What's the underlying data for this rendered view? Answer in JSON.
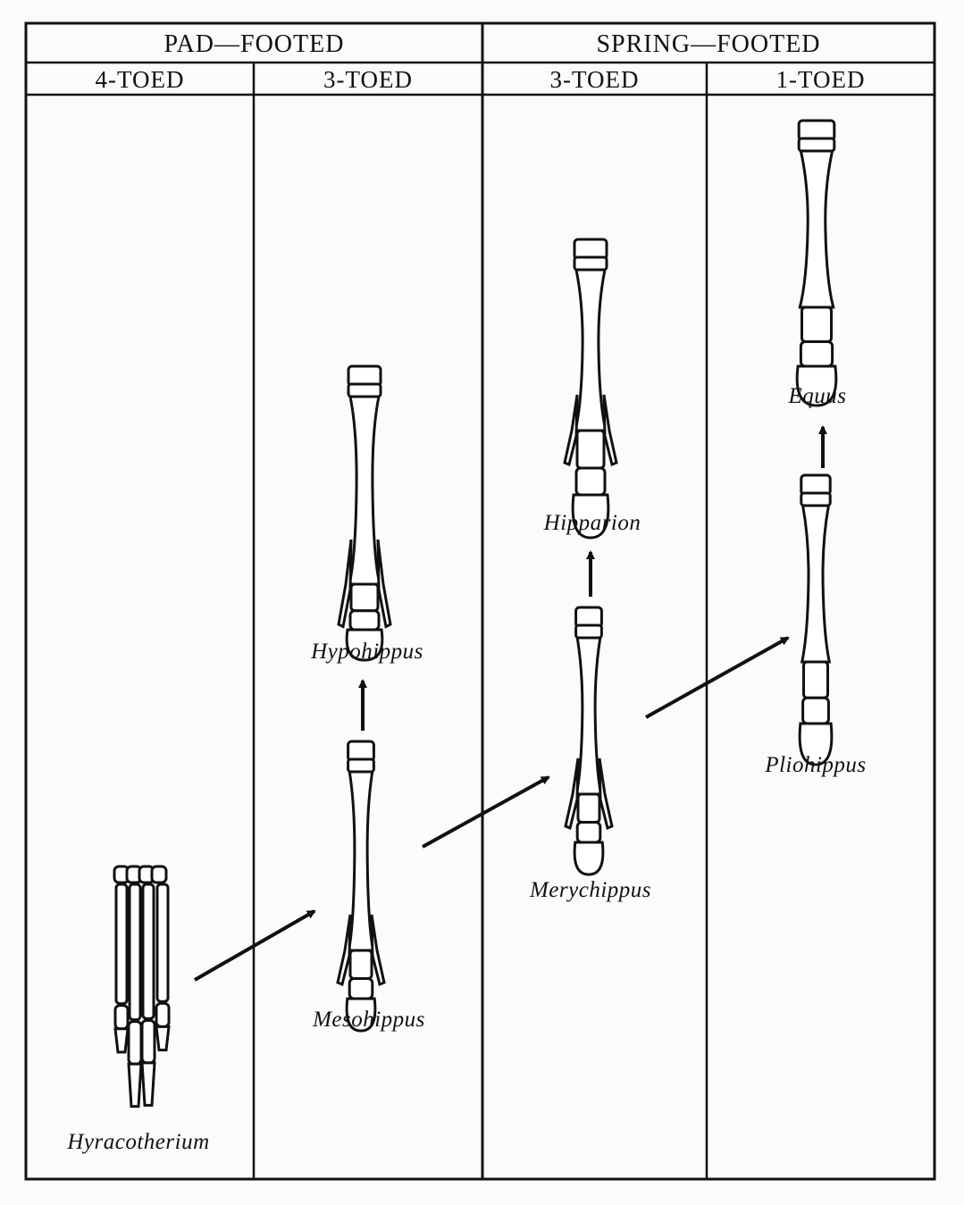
{
  "groups": [
    {
      "label": "PAD—FOOTED"
    },
    {
      "label": "SPRING—FOOTED"
    }
  ],
  "columns": [
    {
      "label": "4-TOED"
    },
    {
      "label": "3-TOED"
    },
    {
      "label": "3-TOED"
    },
    {
      "label": "1-TOED"
    }
  ],
  "species": [
    {
      "name": "Hyracotherium",
      "column": 0
    },
    {
      "name": "Mesohippus",
      "column": 1
    },
    {
      "name": "Hypohippus",
      "column": 1
    },
    {
      "name": "Merychippus",
      "column": 2
    },
    {
      "name": "Hipparion",
      "column": 2
    },
    {
      "name": "Pliohippus",
      "column": 3
    },
    {
      "name": "Equus",
      "column": 3
    }
  ],
  "lineage": [
    {
      "from": "Hyracotherium",
      "to": "Mesohippus"
    },
    {
      "from": "Mesohippus",
      "to": "Hypohippus"
    },
    {
      "from": "Mesohippus",
      "to": "Merychippus"
    },
    {
      "from": "Merychippus",
      "to": "Hipparion"
    },
    {
      "from": "Merychippus",
      "to": "Pliohippus"
    },
    {
      "from": "Pliohippus",
      "to": "Equus"
    }
  ],
  "colors": {
    "ink": "#111111",
    "bone": "#ffffff",
    "paper": "#fbfbf9"
  }
}
